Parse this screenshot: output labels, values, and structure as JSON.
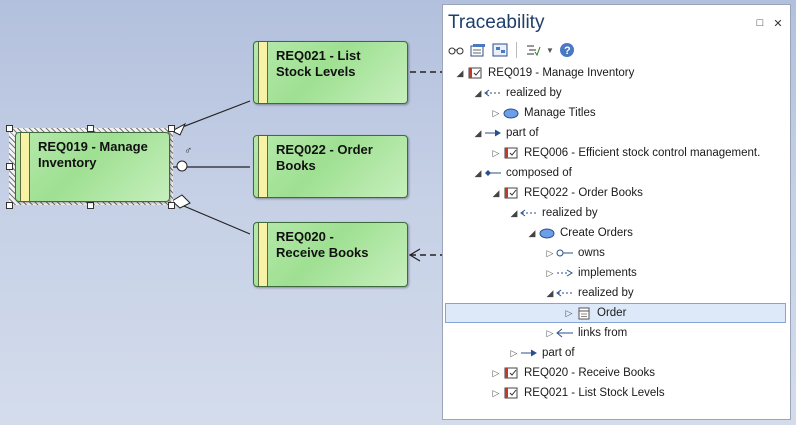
{
  "diagram": {
    "elements": [
      {
        "id": "REQ019",
        "label": "REQ019 - Manage\nInventory",
        "selected": true
      },
      {
        "id": "REQ021",
        "label": "REQ021 - List\nStock Levels"
      },
      {
        "id": "REQ022",
        "label": "REQ022 - Order\nBooks"
      },
      {
        "id": "REQ020",
        "label": "REQ020 -\nReceive Books"
      }
    ]
  },
  "panel": {
    "title": "Traceability",
    "buttons": {
      "restore": "□",
      "close": "✕"
    },
    "toolbar": [
      "view-options-icon",
      "properties-icon",
      "locate-icon",
      "filter-icon",
      "help-icon"
    ],
    "tree": [
      {
        "label": "REQ019 - Manage Inventory",
        "icon": "requirement-icon",
        "expander": "open"
      },
      {
        "label": "realized by",
        "icon": "realization-arrow-icon",
        "expander": "open"
      },
      {
        "label": "Manage Titles",
        "icon": "use-case-icon",
        "expander": "closed"
      },
      {
        "label": "part of",
        "icon": "aggregation-arrow-icon",
        "expander": "open"
      },
      {
        "label": "REQ006 - Efficient stock control management.",
        "icon": "requirement-icon",
        "expander": "closed"
      },
      {
        "label": "composed of",
        "icon": "composition-arrow-icon",
        "expander": "open"
      },
      {
        "label": "REQ022 - Order Books",
        "icon": "requirement-icon",
        "expander": "open"
      },
      {
        "label": "realized by",
        "icon": "realization-arrow-icon",
        "expander": "open"
      },
      {
        "label": "Create Orders",
        "icon": "use-case-icon",
        "expander": "open"
      },
      {
        "label": "owns",
        "icon": "owns-arrow-icon",
        "expander": "closed"
      },
      {
        "label": "implements",
        "icon": "implements-arrow-icon",
        "expander": "closed"
      },
      {
        "label": "realized by",
        "icon": "realization-arrow-icon",
        "expander": "open"
      },
      {
        "label": "Order",
        "icon": "class-icon",
        "expander": "closed",
        "selected": true
      },
      {
        "label": "links from",
        "icon": "link-arrow-icon",
        "expander": "closed"
      },
      {
        "label": "part of",
        "icon": "aggregation-arrow-icon",
        "expander": "closed"
      },
      {
        "label": "REQ020 - Receive Books",
        "icon": "requirement-icon",
        "expander": "closed"
      },
      {
        "label": "REQ021 - List Stock Levels",
        "icon": "requirement-icon",
        "expander": "closed"
      }
    ]
  }
}
